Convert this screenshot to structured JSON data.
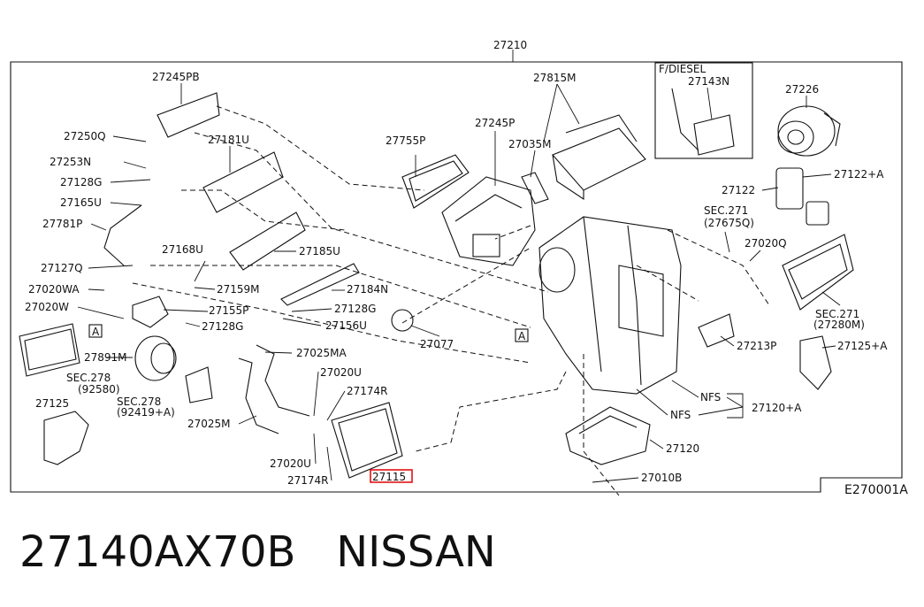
{
  "diagram": {
    "top_part": "27210",
    "code": "E270001A",
    "highlight_part": "27115",
    "highlight_color": "#e00000",
    "variant": "F/DIESEL",
    "ref_marker": "A",
    "labels": [
      "27245PB",
      "27250Q",
      "27253N",
      "27128G",
      "27165U",
      "27781P",
      "27127Q",
      "27020WA",
      "27020W",
      "27891M",
      "SEC.278",
      "(92580)",
      "SEC.278",
      "(92419+A)",
      "27125",
      "27181U",
      "27168U",
      "27159M",
      "27155P",
      "27128G",
      "27185U",
      "27184N",
      "27128G",
      "27156U",
      "27025MA",
      "27020U",
      "27174R",
      "27025M",
      "27020U",
      "27174R",
      "27755P",
      "27245P",
      "27815M",
      "27035M",
      "27143N",
      "27226",
      "27122+A",
      "27122",
      "SEC.271",
      "(27675Q)",
      "27020Q",
      "SEC.271",
      "(27280M)",
      "27125+A",
      "27213P",
      "27077",
      "NFS",
      "NFS",
      "27120+A",
      "27120",
      "27010B"
    ]
  },
  "footer": {
    "part_number": "27140AX70B",
    "brand": "NISSAN"
  }
}
